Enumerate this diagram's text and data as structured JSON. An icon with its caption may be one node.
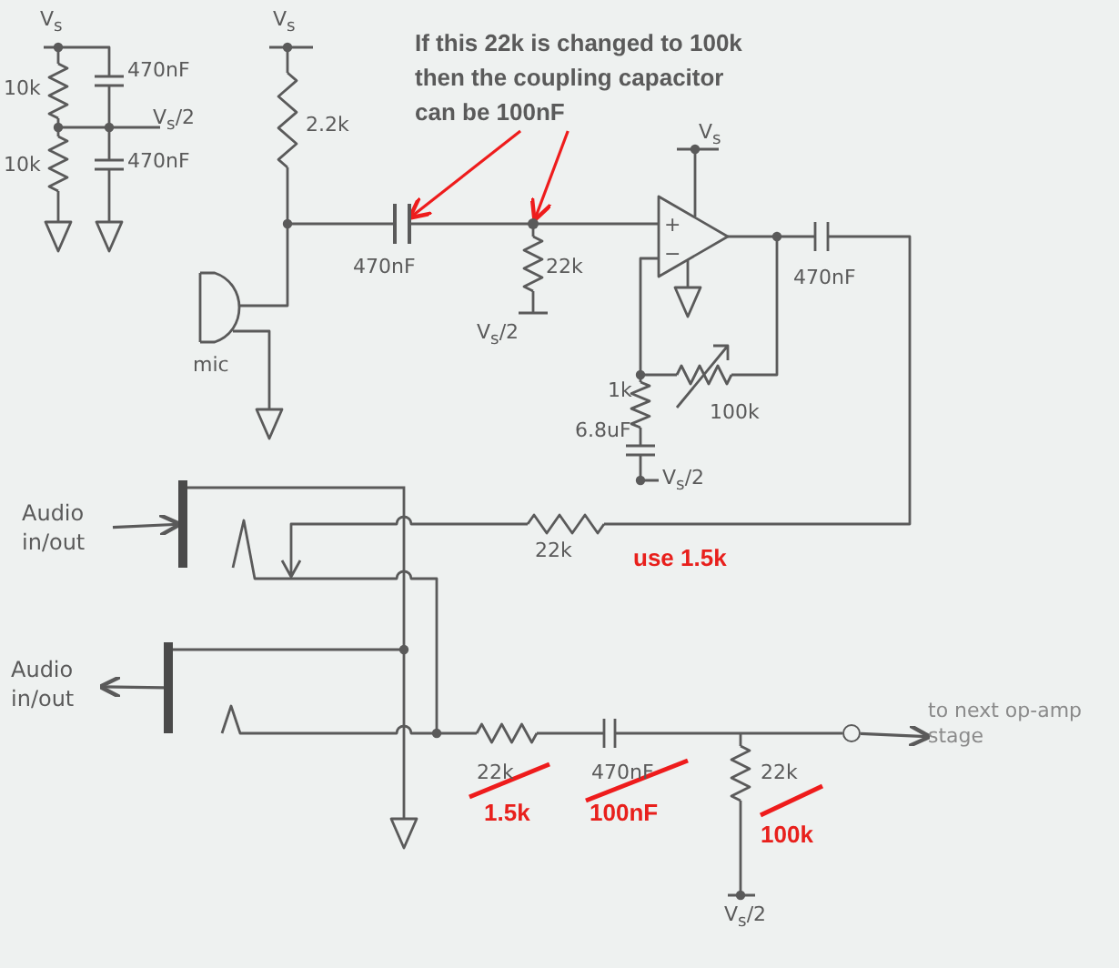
{
  "diagram": {
    "nodes": [
      {
        "text": [
          "If this 22k is changed to 100k then the coupling capacitor can be 100nF"
        ]
      },
      {
        "text": [],
        "shape": "capacitor",
        "beside": [
          "470nF"
        ]
      },
      {
        "text": [],
        "shape": "circle"
      },
      {
        "text": [
          "Audio in/out"
        ]
      },
      {
        "text": [],
        "shape": "bar"
      },
      {
        "text": [
          "Audio in/out"
        ]
      },
      {
        "text": [],
        "shape": "bar"
      },
      {
        "text": [],
        "shape": "circle"
      },
      {
        "text": [
          "to next op-amp stage"
        ]
      }
    ],
    "edges": [
      {
        "from": 0,
        "to": 1,
        "arrow": "to",
        "color": "#ee1c1c"
      },
      {
        "from": 0,
        "to": 2,
        "arrow": "to",
        "color": "#ee1c1c"
      },
      {
        "from": 3,
        "to": 4,
        "arrow": "to"
      },
      {
        "from": 6,
        "to": 5,
        "arrow": "to"
      },
      {
        "from": 7,
        "to": 8,
        "arrow": "to"
      },
      {
        "from": 4,
        "to": 6,
        "arrow": "none"
      }
    ],
    "labels": [
      "V$_{s}$",
      "V$_{s}$",
      "470nF",
      "10k",
      "V$_{s}$/2",
      "2.2k",
      "10k",
      "470nF",
      "V$_{s}$",
      "+",
      "−",
      "22k",
      "470nF",
      "mic",
      "V$_{s}$/2",
      "1k",
      "100k",
      "6.8uF",
      "V$_{s}$/2",
      "22k",
      "use 1.5k",
      "22k",
      "470nF",
      "22k",
      "1.5k",
      "100nF",
      "100k",
      "V$_{s}$/2"
    ]
  }
}
